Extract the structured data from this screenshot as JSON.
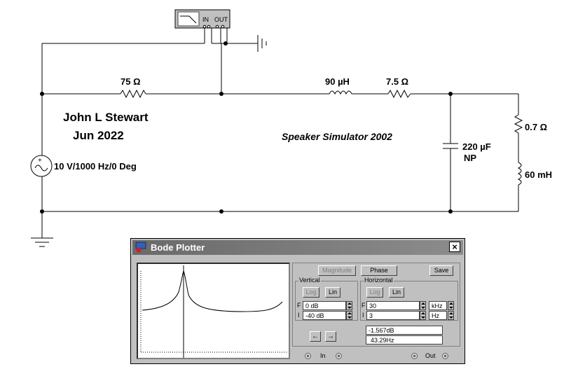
{
  "schematic": {
    "author": "John L Stewart",
    "date": "Jun 2022",
    "subtitle": "Speaker Simulator 2002",
    "source_label": "10 V/1000 Hz/0 Deg",
    "r1_label": "75 Ω",
    "l1_label": "90 µH",
    "r2_label": "7.5 Ω",
    "c1_label": "220 µF",
    "c1_type": "NP",
    "r3_label": "0.7 Ω",
    "l2_label": "60 mH",
    "bode_in": "IN",
    "bode_out": "OUT"
  },
  "bode": {
    "title": "Bode Plotter",
    "close": "×",
    "magnitude": "Magnitude",
    "phase": "Phase",
    "save": "Save",
    "vertical": {
      "label": "Vertical",
      "log": "Log",
      "lin": "Lin",
      "f_label": "F",
      "f_value": "0 dB",
      "i_label": "I",
      "i_value": "-40 dB"
    },
    "horizontal": {
      "label": "Horizontal",
      "log": "Log",
      "lin": "Lin",
      "f_label": "F",
      "f_value": "30",
      "f_unit": "kHz",
      "i_label": "I",
      "i_value": "3",
      "i_unit": "Hz"
    },
    "left_arrow": "←",
    "right_arrow": "→",
    "readout_db": "-1.567dB",
    "readout_hz": "43.29Hz",
    "in_label": "In",
    "out_label": "Out",
    "accent_title": "#7a7a7a"
  }
}
